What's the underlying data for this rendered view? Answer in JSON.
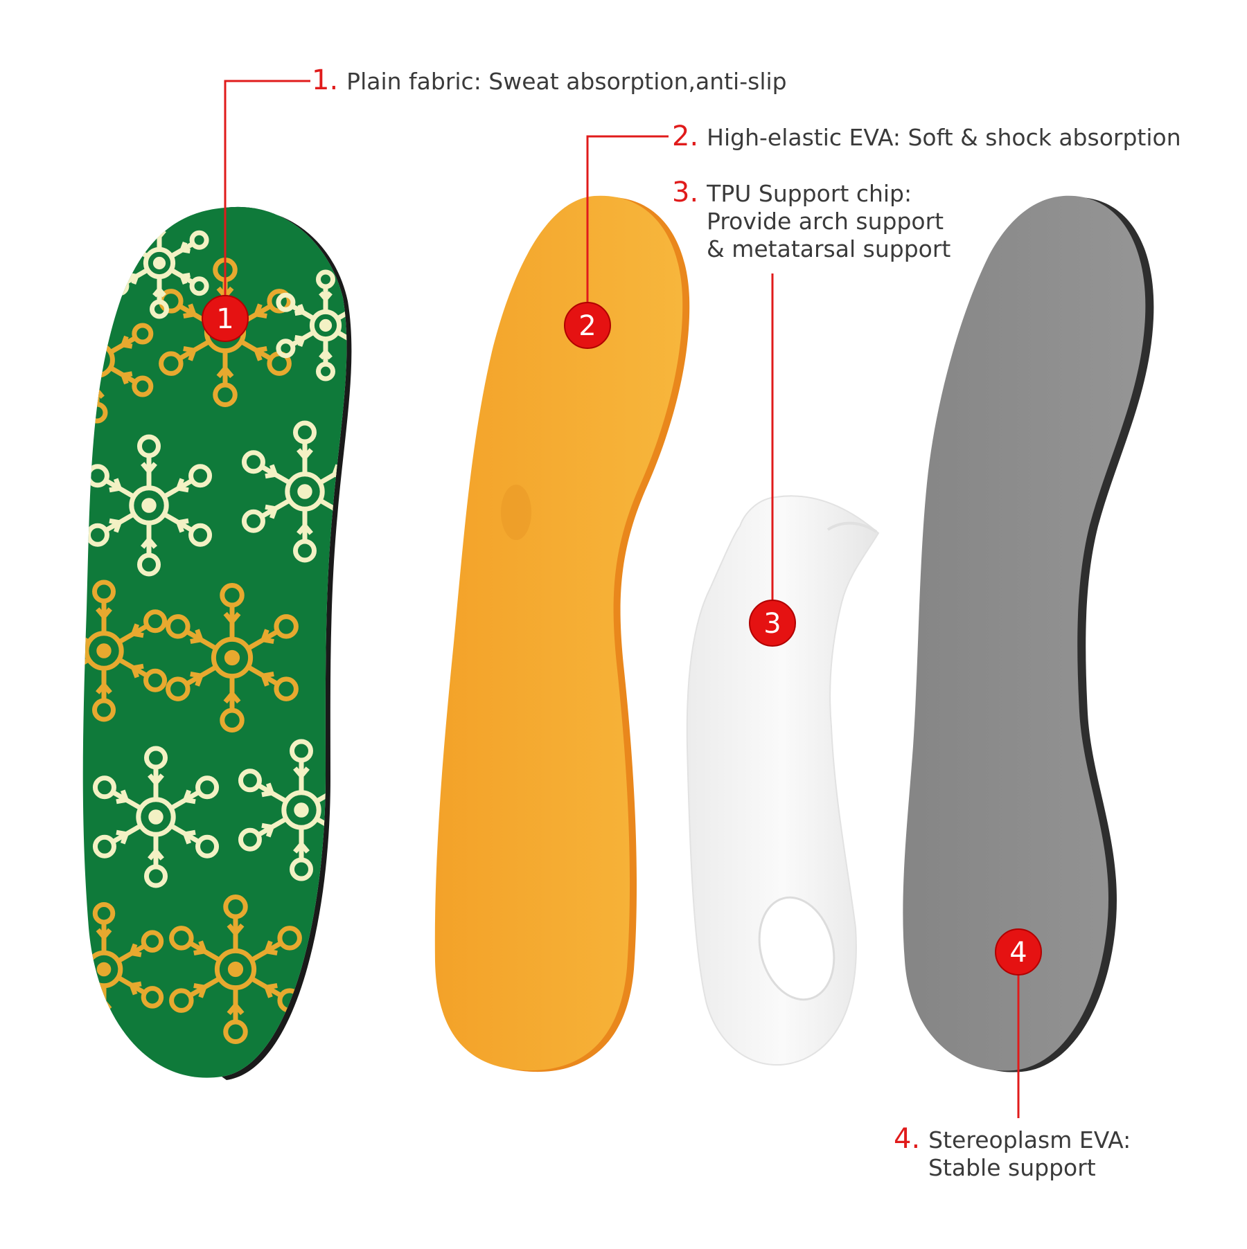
{
  "layers": [
    {
      "number": "1.",
      "marker": "1",
      "lines": [
        "Plain fabric: Sweat absorption,anti-slip"
      ],
      "name": "plain-fabric",
      "color": "#0f7a3a",
      "pattern_color_light": "#f3f1c4",
      "pattern_color_gold": "#e7a92f"
    },
    {
      "number": "2.",
      "marker": "2",
      "lines": [
        "High-elastic EVA: Soft & shock absorption"
      ],
      "name": "high-elastic-eva",
      "color": "#f0a52a"
    },
    {
      "number": "3.",
      "marker": "3",
      "lines": [
        "TPU Support chip:",
        "Provide arch support",
        "& metatarsal support"
      ],
      "name": "tpu-support-chip",
      "color": "#f2f2f2"
    },
    {
      "number": "4.",
      "marker": "4",
      "lines": [
        "Stereoplasm EVA:",
        "Stable support"
      ],
      "name": "stereoplasm-eva",
      "color": "#8c8c8c"
    }
  ],
  "accent_color": "#e01b1b",
  "text_color": "#3a3a3a"
}
